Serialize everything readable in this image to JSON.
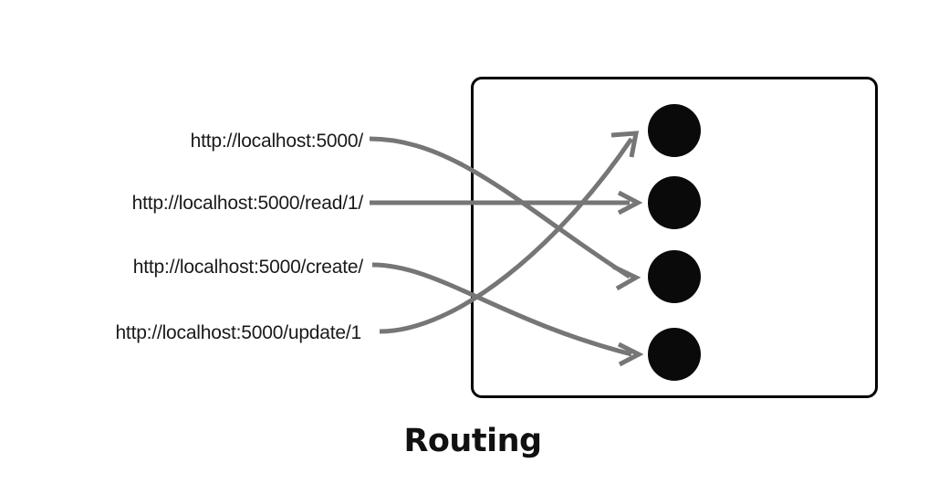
{
  "diagram": {
    "title": "Routing",
    "stroke_color": "#767676",
    "node_color": "#0a0a0a",
    "box_border_color": "#000000",
    "text_color": "#1a1a1a",
    "background_color": "#ffffff",
    "requests": [
      {
        "id": "root",
        "url": "http://localhost:5000/",
        "target_node": 3
      },
      {
        "id": "read",
        "url": "http://localhost:5000/read/1/",
        "target_node": 2
      },
      {
        "id": "create",
        "url": "http://localhost:5000/create/",
        "target_node": 4
      },
      {
        "id": "update",
        "url": "http://localhost:5000/update/1",
        "target_node": 1
      }
    ],
    "nodes": [
      {
        "index": 1
      },
      {
        "index": 2
      },
      {
        "index": 3
      },
      {
        "index": 4
      }
    ]
  },
  "chart_data": {
    "type": "diagram",
    "title": "Routing",
    "description": "Four incoming URL requests mapped by a router box to four endpoint handler nodes",
    "sources": [
      "http://localhost:5000/",
      "http://localhost:5000/read/1/",
      "http://localhost:5000/create/",
      "http://localhost:5000/update/1"
    ],
    "targets": [
      "node-1",
      "node-2",
      "node-3",
      "node-4"
    ],
    "edges": [
      {
        "from": "http://localhost:5000/",
        "to": "node-3",
        "style": "curved"
      },
      {
        "from": "http://localhost:5000/read/1/",
        "to": "node-2",
        "style": "straight"
      },
      {
        "from": "http://localhost:5000/create/",
        "to": "node-4",
        "style": "curved"
      },
      {
        "from": "http://localhost:5000/update/1",
        "to": "node-1",
        "style": "curved"
      }
    ]
  }
}
